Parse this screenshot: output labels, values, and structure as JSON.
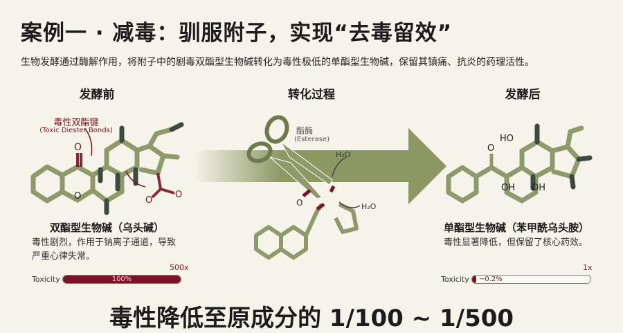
{
  "header": {
    "title": "案例一 · 减毒：驯服附子，实现“去毒留效”",
    "subtitle": "生物发酵通过酶解作用，将附子中的剧毒双酯型生物碱转化为毒性极低的单酯型生物碱，保留其镇痛、抗炎的药理活性。"
  },
  "before": {
    "heading": "发酵前",
    "annotation_cn": "毒性双酯键",
    "annotation_en": "(Toxic Diester Bonds)",
    "atom_o": "O",
    "name": "双酯型生物碱（乌头碱）",
    "desc": "毒性剧烈，作用于钠离子通道，导致严重心律失常。",
    "toxicity_label": "Toxicity",
    "toxicity_value": "100%",
    "toxicity_fraction": 1.0,
    "multiplier": "500x"
  },
  "process": {
    "heading": "转化过程",
    "enzyme_cn": "酯酶",
    "enzyme_en": "(Esterase)",
    "water": "H₂O",
    "atom_o": "O"
  },
  "after": {
    "heading": "发酵后",
    "atom_o": "O",
    "ho": "HO",
    "oh": "OH",
    "name": "单酯型生物碱（苯甲酰乌头胺）",
    "desc": "毒性显著降低，但保留了核心药效。",
    "toxicity_label": "Toxicity",
    "toxicity_value": "~0.2%",
    "toxicity_fraction": 0.002,
    "multiplier": "1x"
  },
  "footer": {
    "conclusion": "毒性降低至原成分的 1/100 ~ 1/500"
  },
  "colors": {
    "bg": "#f6f3ea",
    "molecule": "#8f9a6a",
    "joint": "#3c4a40",
    "toxic": "#7a1326",
    "arrow": "#8c9764"
  }
}
